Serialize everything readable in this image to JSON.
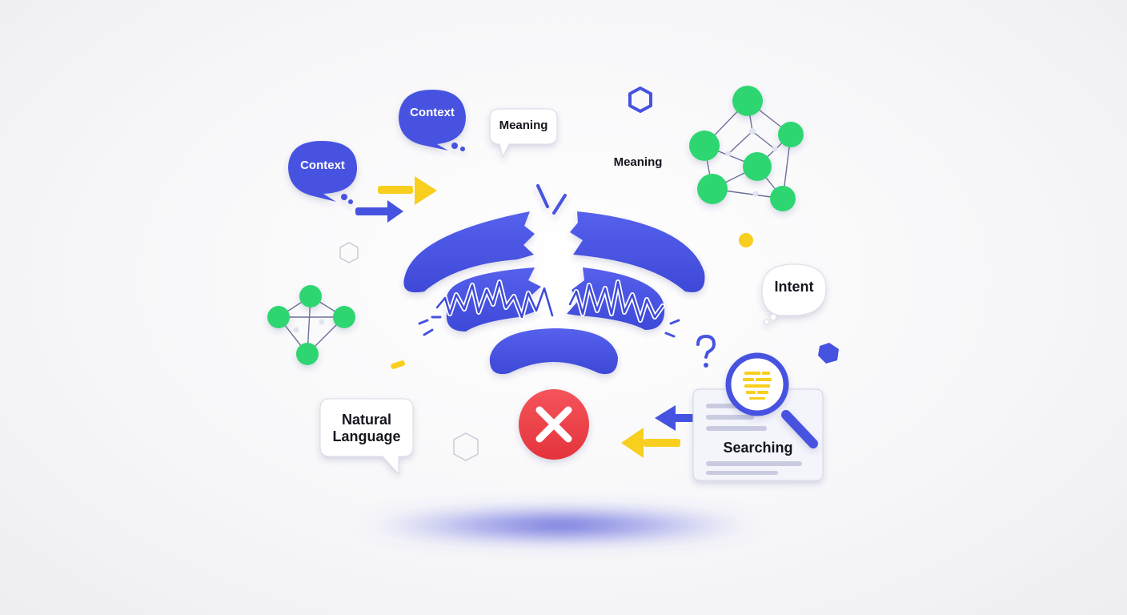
{
  "bubbles": {
    "context_upper": "Context",
    "context_lower": "Context",
    "meaning_bubble": "Meaning",
    "meaning_plain": "Meaning",
    "intent": "Intent",
    "natural_language": [
      "Natural",
      "Language"
    ]
  },
  "search_card": {
    "label": "Searching"
  },
  "colors": {
    "primary_blue": "#4653e0",
    "green_node": "#2fd672",
    "yellow_accent": "#f8cf1e",
    "error_red": "#ef3f47",
    "bubble_white": "#ffffff"
  },
  "icons": [
    "broken-wifi-icon",
    "error-x-icon",
    "magnifier-icon",
    "arrow-right-icon",
    "arrow-left-icon",
    "network-graph-icon",
    "hexagon-icon",
    "question-mark-icon",
    "signal-noise-icon"
  ]
}
